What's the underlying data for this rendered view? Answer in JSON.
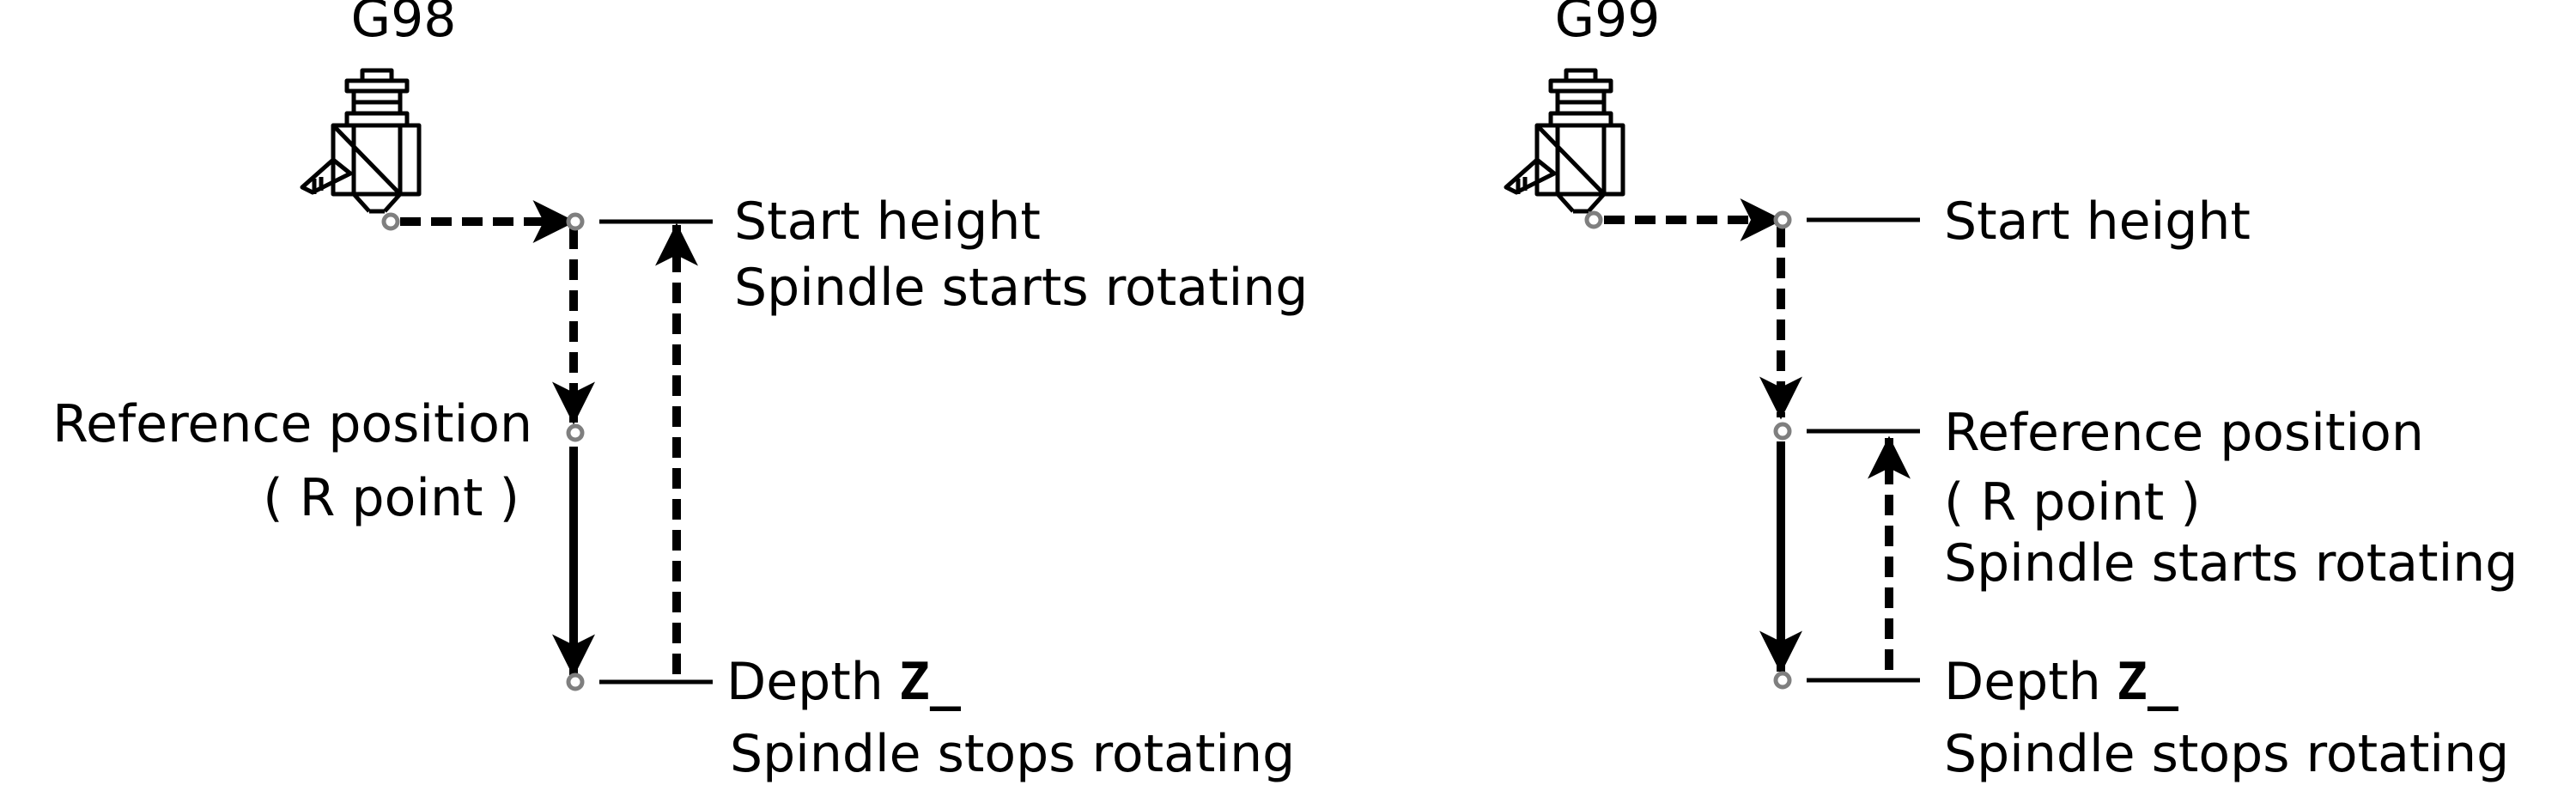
{
  "colors": {
    "line": "#000000",
    "point_stroke": "#7f7f7f",
    "background": "#ffffff"
  },
  "icons": {
    "tool": "spindle-tool-icon"
  },
  "panels": [
    {
      "mode": "G98",
      "start_height": "Start height",
      "start_spindle": "Spindle starts rotating",
      "reference_position": "Reference position",
      "r_point": "( R point )",
      "depth_label": "Depth",
      "depth_param": "Z_",
      "depth_spindle": "Spindle stops rotating"
    },
    {
      "mode": "G99",
      "start_height": "Start height",
      "reference_position": "Reference position",
      "r_point": "( R point )",
      "ref_spindle": "Spindle starts rotating",
      "depth_label": "Depth",
      "depth_param": "Z_",
      "depth_spindle": "Spindle stops rotating"
    }
  ]
}
